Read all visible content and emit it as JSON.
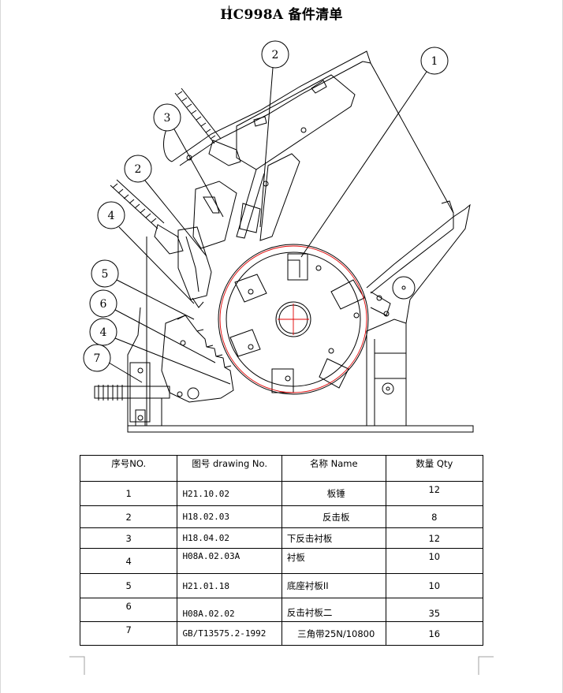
{
  "title": "HC998A 备件清单",
  "callouts": [
    "1",
    "2",
    "3",
    "2",
    "4",
    "5",
    "6",
    "4",
    "7"
  ],
  "table": {
    "headers": [
      "序号NO.",
      "图号 drawing No.",
      "名称 Name",
      "数量 Qty"
    ],
    "rows": [
      {
        "no": "1",
        "drawing": "H21.10.02",
        "name": "板锤",
        "qty": "12"
      },
      {
        "no": "2",
        "drawing": "H18.02.03",
        "name": "反击板",
        "qty": "8"
      },
      {
        "no": "3",
        "drawing": "H18.04.02",
        "name": "下反击衬板",
        "qty": "12"
      },
      {
        "no": "4",
        "drawing": "H08A.02.03A",
        "name": "衬板",
        "qty": "10"
      },
      {
        "no": "5",
        "drawing": "H21.01.18",
        "name": "底座衬板II",
        "qty": "10"
      },
      {
        "no": "6",
        "drawing": "H08A.02.02",
        "name": "反击衬板二",
        "qty": "35"
      },
      {
        "no": "7",
        "drawing": "GB/T13575.2-1992",
        "name": "三角带25N/10800",
        "qty": "16"
      }
    ]
  }
}
